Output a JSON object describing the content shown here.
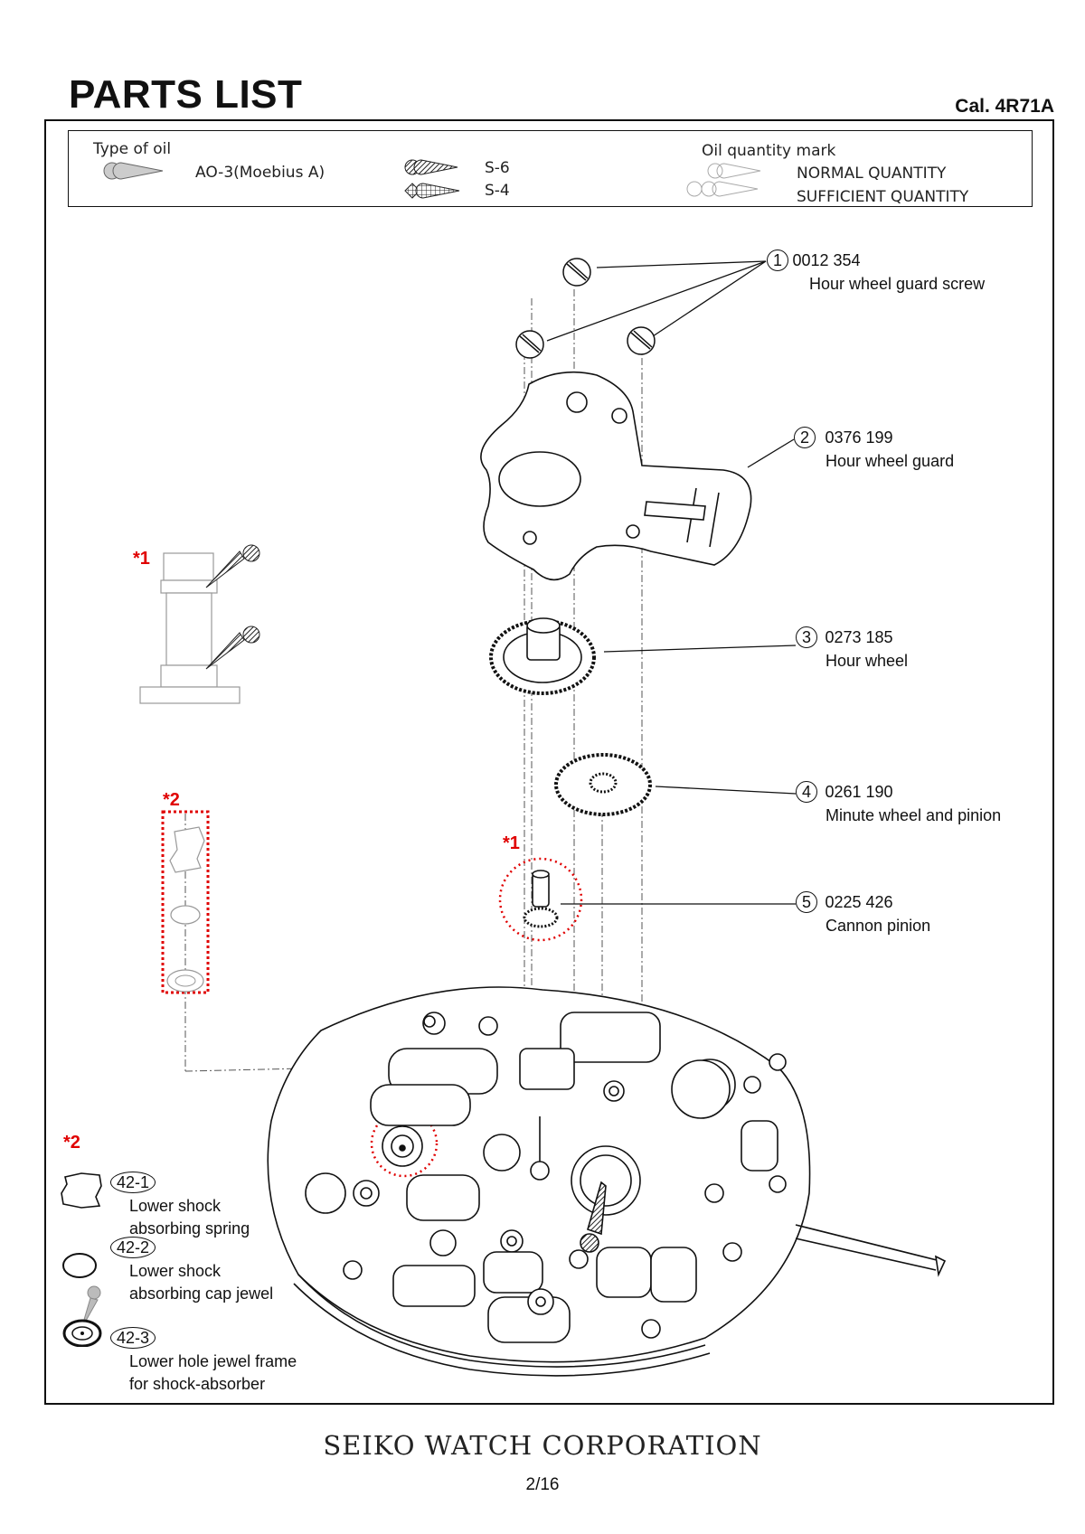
{
  "header": {
    "title": "PARTS LIST",
    "caliber": "Cal. 4R71A"
  },
  "legend": {
    "type_of_oil_label": "Type of oil",
    "oils": [
      {
        "name": "AO-3(Moebius A)",
        "icon": "oil-drop-gray-icon"
      },
      {
        "name": "S-6",
        "icon": "oil-drop-hatched-icon"
      },
      {
        "name": "S-4",
        "icon": "oil-drop-crosshatched-icon"
      }
    ],
    "quantity_label": "Oil quantity mark",
    "quantities": [
      {
        "name": "NORMAL  QUANTITY",
        "icon": "oil-mark-normal-icon"
      },
      {
        "name": "SUFFICIENT  QUANTITY",
        "icon": "oil-mark-sufficient-icon"
      }
    ]
  },
  "parts": [
    {
      "callout": "1",
      "number": "0012 354",
      "name": "Hour wheel guard screw"
    },
    {
      "callout": "2",
      "number": "0376 199",
      "name": "Hour wheel guard"
    },
    {
      "callout": "3",
      "number": "0273 185",
      "name": "Hour wheel"
    },
    {
      "callout": "4",
      "number": "0261 190",
      "name": "Minute wheel and pinion"
    },
    {
      "callout": "5",
      "number": "0225 426",
      "name": "Cannon pinion"
    }
  ],
  "notes": {
    "mark1": "*1",
    "mark2": "*2",
    "mark1_b": "*1",
    "mark2_b": "*2"
  },
  "shock_parts": [
    {
      "callout": "42-1",
      "name_line1": "Lower shock",
      "name_line2": "absorbing spring"
    },
    {
      "callout": "42-2",
      "name_line1": "Lower shock",
      "name_line2": "absorbing cap jewel"
    },
    {
      "callout": "42-3",
      "name_line1": "Lower hole jewel frame",
      "name_line2": "for shock-absorber"
    }
  ],
  "colors": {
    "note_red": "#e00000",
    "ink": "#111111"
  },
  "footer": {
    "corporation": "SEIKO WATCH CORPORATION",
    "page": "2/16"
  }
}
